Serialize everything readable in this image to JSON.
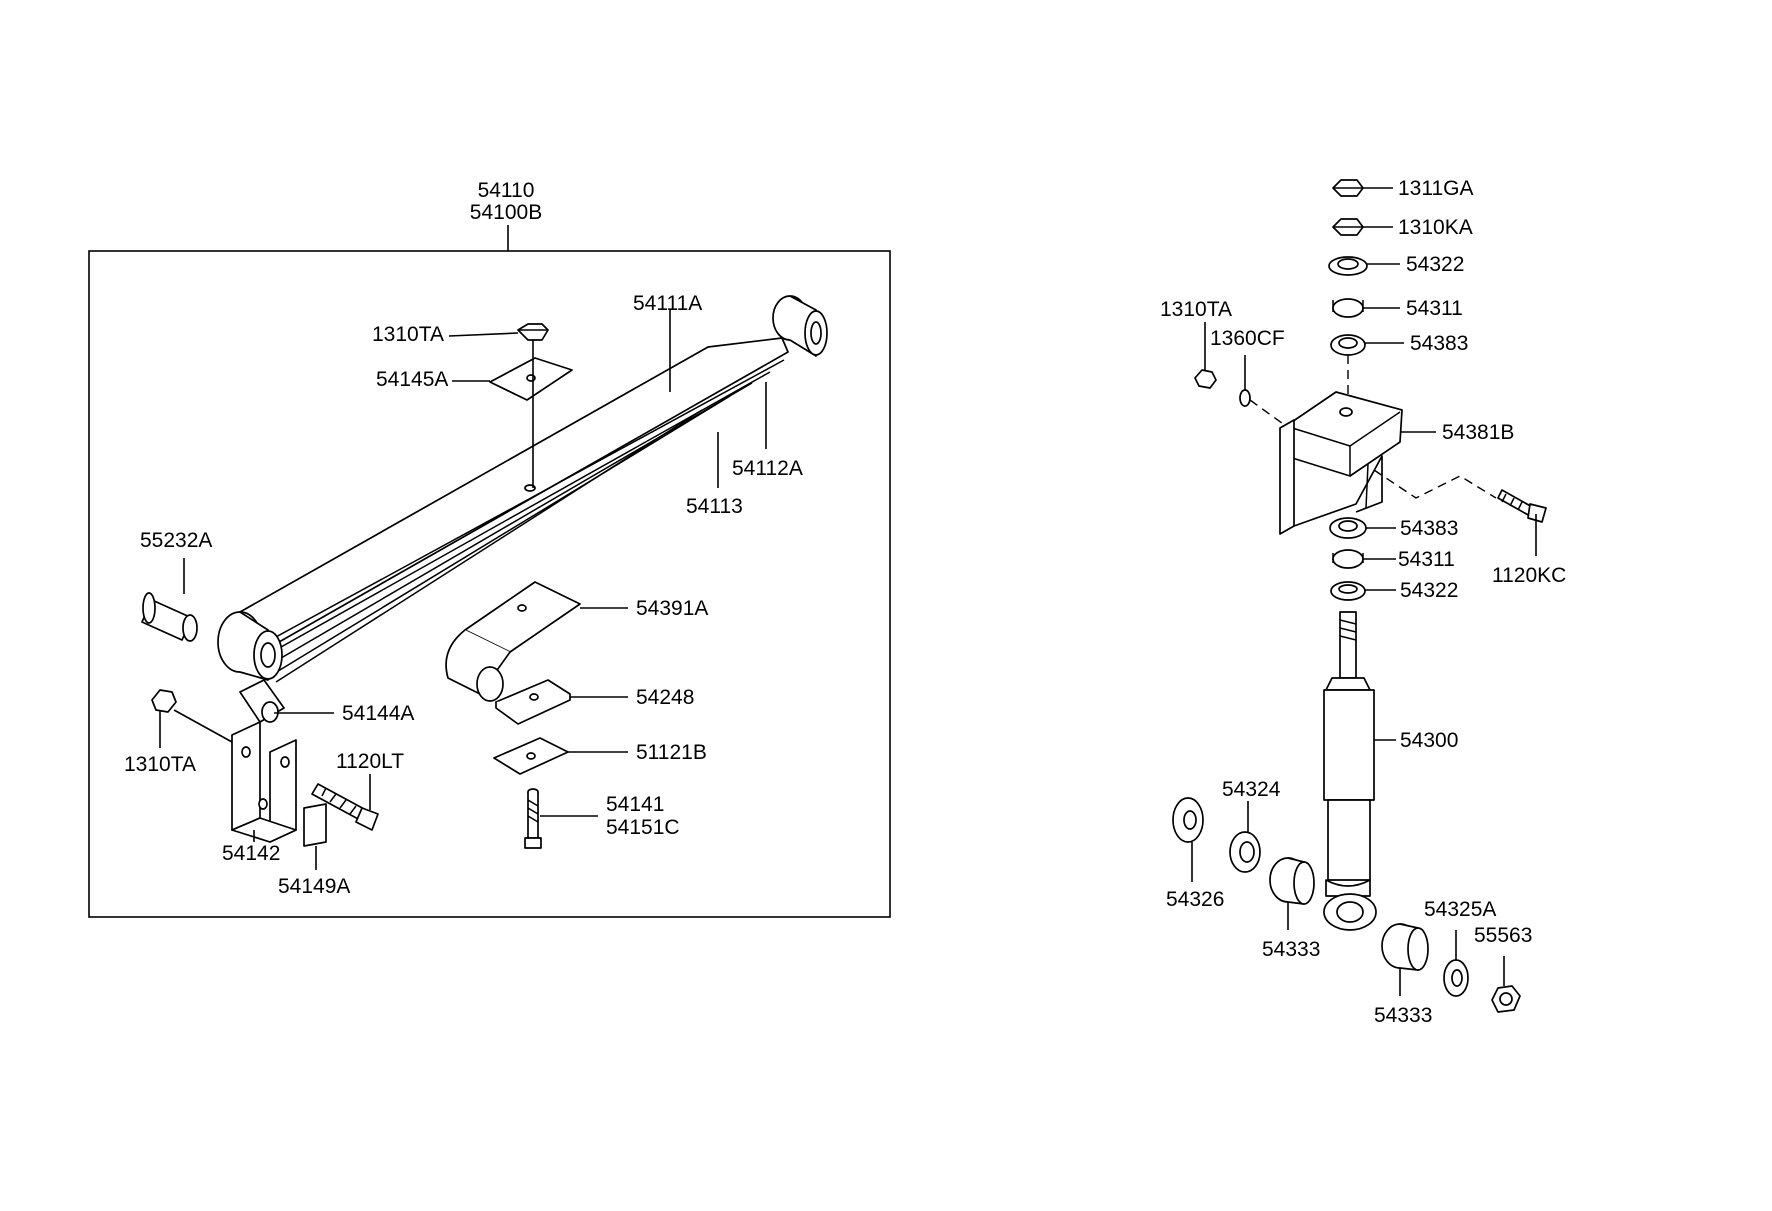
{
  "group": {
    "title_line1": "54110",
    "title_line2": "54100B"
  },
  "callouts": {
    "leaf_main": "54111A",
    "leaf_second": "54112A",
    "leaf_third": "54113",
    "nut_top_left": "1310TA",
    "plate_top": "54145A",
    "bushing": "55232A",
    "seat": "54391A",
    "pad": "54248",
    "plate_lower": "51121B",
    "bolt_u_line1": "54141",
    "bolt_u_line2": "54151C",
    "pin_shackle": "54144A",
    "nut_shackle": "1310TA",
    "bolt_shackle": "1120LT",
    "shackle": "54142",
    "shackle_plate": "54149A",
    "nut_top_1": "1311GA",
    "nut_top_2": "1310KA",
    "washer_top": "54322",
    "bush_top": "54311",
    "retainer_top": "54383",
    "nut_bracket": "1310TA",
    "washer_bracket": "1360CF",
    "bracket": "54381B",
    "bolt_bracket": "1120KC",
    "retainer_low": "54383",
    "bush_low": "54311",
    "washer_low": "54322",
    "absorber": "54300",
    "washer_eye_1": "54324",
    "washer_eye_2": "54326",
    "bush_eye_1": "54333",
    "bush_eye_2": "54333",
    "washer_eye_3": "54325A",
    "nut_eye": "55563"
  }
}
